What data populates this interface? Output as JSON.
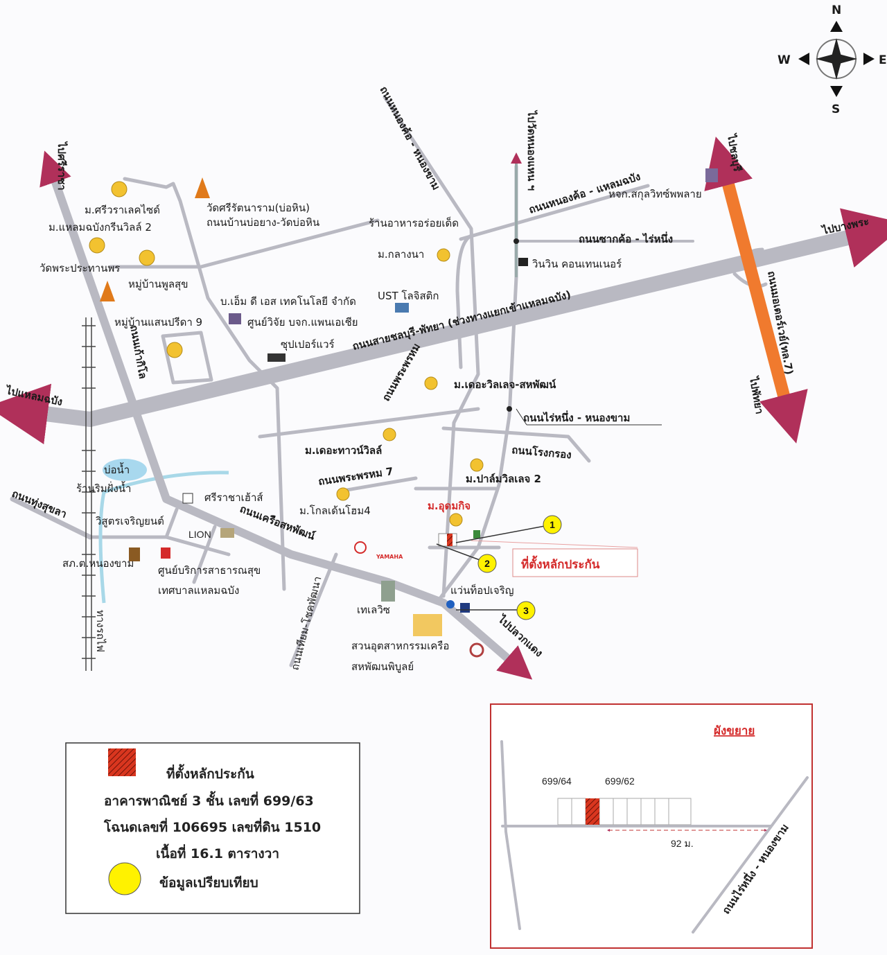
{
  "compass": {
    "north": "N",
    "south": "S",
    "west": "W",
    "east": "E"
  },
  "directions": {
    "to_sriracha": "ไปศรีราชา",
    "to_laem_chabang": "ไปแหลมฉบัง",
    "to_wat_nong_khae": "ไปวัดหนองแหน ฯ",
    "to_chonburi": "ไปชลบุรี",
    "to_bang_phra": "ไปบางพระ",
    "to_pattaya": "ไปพัทยา",
    "to_pluak_daeng": "ไปปลวกแดง"
  },
  "roads": {
    "nongkho_nongkham": "ถนนหนองค้อ - หนองขาม",
    "nongkho_laemchabang": "ถนนหนองค้อ - แหลมฉบัง",
    "sakkho_rainueng": "ถนนซากค้อ - ไร่หนึ่ง",
    "chonburi_pattaya": "ถนนสายชลบุรี-พัทยา (ช่วงทางแยกเข้าแหลมฉบัง)",
    "motorway": "ถนนมอเตอร์เวย์(ทล.7)",
    "kao_kilo": "ถนนเก้ากิโล",
    "boyang_wat_bohin": "ถนนบ้านบ่อยาง-วัดบ่อหิน",
    "phra_phrom": "ถนนพระพรหม",
    "rainueng_nongkham": "ถนนไร่หนึ่ง - หนองขาม",
    "rong_krong": "ถนนโรงกรอง",
    "phra_phrom_7": "ถนนพระพรหม 7",
    "khrua_sahapat": "ถนนเครือสหพัฒน์",
    "thung_sukhla": "ถนนทุ่งสุขลา",
    "thiam_chokpattana": "ถนนเทียม-โชคพัฒนา",
    "railway": "ทางรถไฟ"
  },
  "places": {
    "sriwara_lakeside": "ม.ศรีวราเลคไซด์",
    "laemchabang_greenville": "ม.แหลมฉบังกรีนวิลล์ 2",
    "wat_phra_prathanporn": "วัดพระประทานพร",
    "poonsuk": "หมู่บ้านพูลสุข",
    "saenpreeda": "หมู่บ้านแสนปรีดา 9",
    "wat_sri_rattanaram": "วัดศรีรัตนาราม(บ่อหิน)",
    "aroi_ded": "ร้านอาหารอร่อยเด็ด",
    "klangna": "ม.กลางนา",
    "mds_tech": "บ.เอ็ม ดี เอส เทคโนโลยี จำกัด",
    "panasia": "ศูนย์วิจัย บจก.แพนเอเชีย",
    "ust": "UST โลจิสติก",
    "superware": "ซุปเปอร์แวร์",
    "sakul_supply": "หจก.สกุลวิทซ์พพลาย",
    "winwin": "วินวิน คอนเทนเนอร์",
    "village_sahapat": "ม.เดอะวิลเลจ-สหพัฒน์",
    "townville": "ม.เดอะทาวน์วิลล์",
    "palm_village": "ม.ปาล์มวิลเลจ 2",
    "golden_home": "ม.โกลเด้นโฮม4",
    "udomkit": "ม.อุดมกิจ",
    "pond": "บ่อน้ำ",
    "riverside": "ร้านริมฝั่งน้ำ",
    "sriracha_house": "ศรีราชาเฮ้าส์",
    "wisut": "วิสูตรเจริญยนต์",
    "lion": "LION",
    "police": "สภ.ต.หนองขาม",
    "health_1": "ศูนย์บริการสาธารณสุข",
    "health_2": "เทศบาลแหลมฉบัง",
    "televiz": "เทเลวิซ",
    "wan_top": "แว่นท็อปเจริญ",
    "park_1": "สวนอุตสาหกรรมเครือ",
    "park_2": "สหพัฒนพิบูลย์",
    "yamaha": "YAMAHA"
  },
  "collateral_label": "ที่ตั้งหลักประกัน",
  "markers": [
    "1",
    "2",
    "3"
  ],
  "legend": {
    "collateral": "ที่ตั้งหลักประกัน",
    "building": "อาคารพาณิชย์ 3 ชั้น เลขที่ 699/63",
    "deed": "โฉนดเลขที่ 106695 เลขที่ดิน 1510",
    "area": "เนื้อที่ 16.1 ตารางวา",
    "comparison": "ข้อมูลเปรียบเทียบ"
  },
  "inset": {
    "title": "ผังขยาย",
    "left_unit": "699/64",
    "right_unit": "699/62",
    "distance": "92 ม.",
    "road": "ถนนไร่หนึ่ง - หนองขาม"
  },
  "colors": {
    "road": "#b9b9c2",
    "motorway": "#f07a2e",
    "accent_red": "#d42a2a",
    "marker": "#fff200"
  }
}
